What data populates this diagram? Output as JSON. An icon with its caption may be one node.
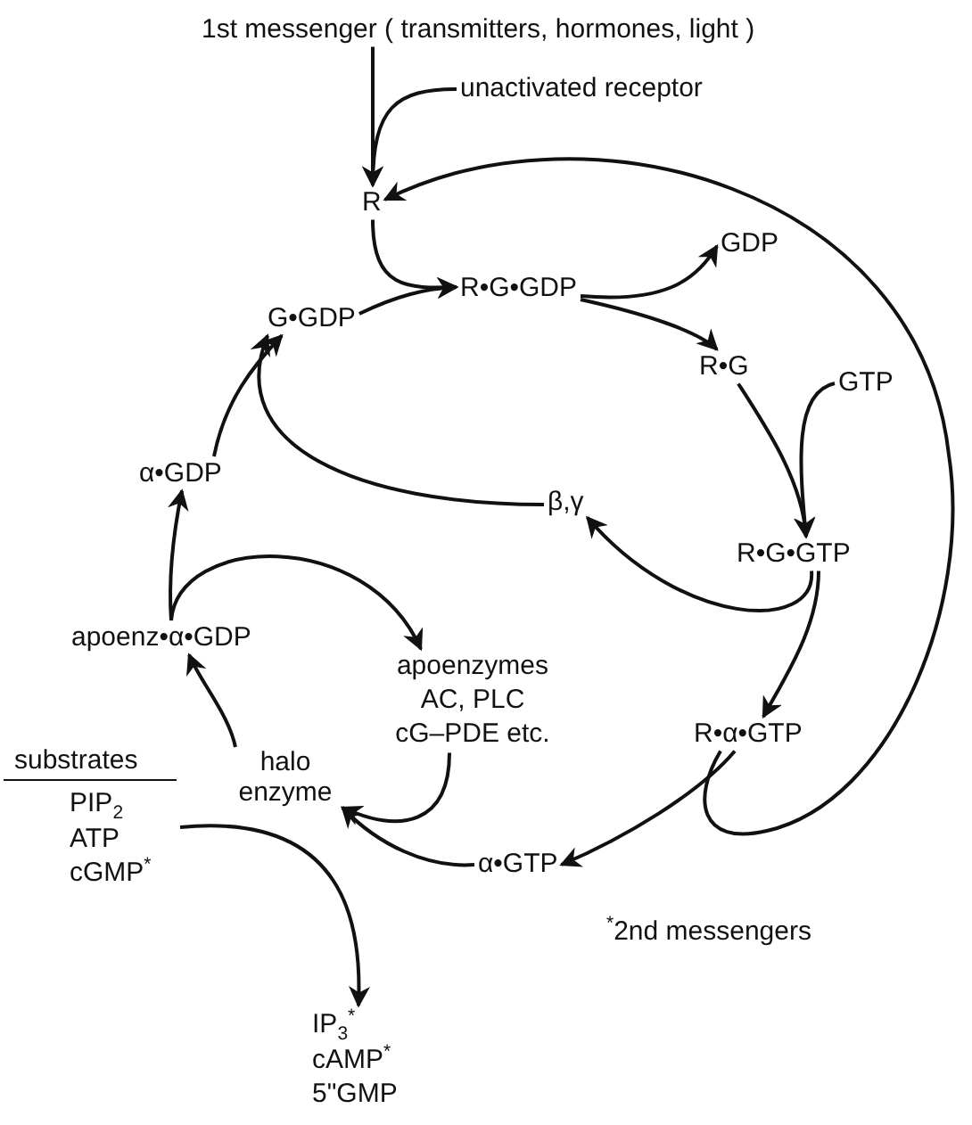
{
  "diagram": {
    "nodes": [
      {
        "text": [
          "1st messenger ( transmitters, hormones, light )"
        ]
      },
      {
        "text": [
          "unactivated receptor"
        ]
      },
      {
        "text": [
          "R"
        ]
      },
      {
        "text": [
          "R•G•GDP"
        ]
      },
      {
        "text": [
          "GDP"
        ]
      },
      {
        "text": [
          "G•GDP"
        ]
      },
      {
        "text": [
          "R•G"
        ]
      },
      {
        "text": [
          "GTP"
        ]
      },
      {
        "text": [
          "R•G•GTP"
        ]
      },
      {
        "text": [
          "β,γ"
        ]
      },
      {
        "text": [
          "α•GDP"
        ]
      },
      {
        "text": [
          "apoenz•α•GDP"
        ]
      },
      {
        "text": [
          "apoenzymes AC, PLC cG–PDE etc."
        ]
      },
      {
        "text": [
          "halo enzyme"
        ]
      },
      {
        "text": [
          "substrates",
          "PIP$_{2}$ ATP cGMP$^{*}$"
        ]
      },
      {
        "text": [
          "R•α•GTP"
        ]
      },
      {
        "text": [
          "α•GTP"
        ]
      },
      {
        "text": [
          "IP$_{3}$$^{*}$ cAMP$^{*}$ 5\"GMP"
        ]
      }
    ],
    "edges": [
      {
        "from": 0,
        "to": 2,
        "arrow": "to"
      },
      {
        "from": 1,
        "to": 2,
        "arrow": "to"
      },
      {
        "from": 2,
        "to": 3,
        "arrow": "to"
      },
      {
        "from": 5,
        "to": 3,
        "arrow": "to"
      },
      {
        "from": 3,
        "to": 4,
        "arrow": "to"
      },
      {
        "from": 3,
        "to": 6,
        "arrow": "to"
      },
      {
        "from": 6,
        "to": 8,
        "arrow": "to"
      },
      {
        "from": 7,
        "to": 8,
        "arrow": "to"
      },
      {
        "from": 8,
        "to": 9,
        "arrow": "to"
      },
      {
        "from": 8,
        "to": 15,
        "arrow": "to"
      },
      {
        "from": 15,
        "to": 16,
        "arrow": "to"
      },
      {
        "from": 15,
        "to": 2,
        "arrow": "to"
      },
      {
        "from": 16,
        "to": 13,
        "arrow": "to"
      },
      {
        "from": 12,
        "to": 13,
        "arrow": "to"
      },
      {
        "from": 13,
        "to": 11,
        "arrow": "to"
      },
      {
        "from": 11,
        "to": 10,
        "arrow": "to"
      },
      {
        "from": 11,
        "to": 12,
        "arrow": "to"
      },
      {
        "from": 10,
        "to": 5,
        "arrow": "to"
      },
      {
        "from": 9,
        "to": 5,
        "arrow": "to"
      },
      {
        "from": 14,
        "to": 17,
        "arrow": "to"
      }
    ],
    "labels": [
      "$^{*}$2nd messengers"
    ]
  }
}
